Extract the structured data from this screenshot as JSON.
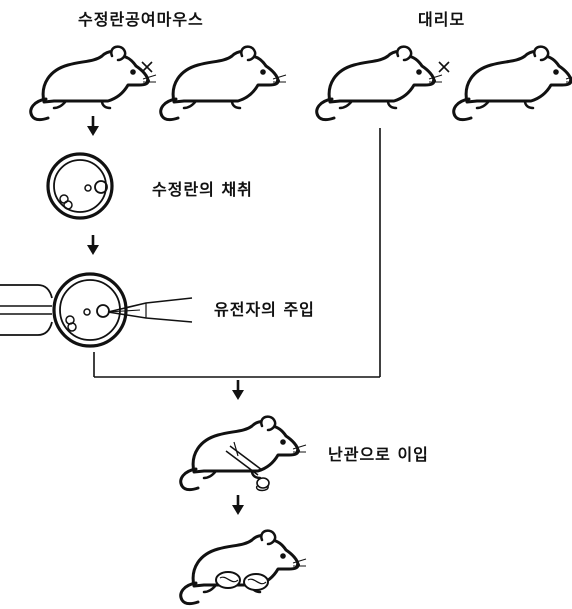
{
  "labels": {
    "donor_mice": "수정란공여마우스",
    "surrogate_mother": "대리모",
    "collect_eggs": "수정란의 채취",
    "gene_injection": "유전자의 주입",
    "oviduct_transfer": "난관으로 이입"
  },
  "symbols": {
    "cross": "×"
  },
  "icons": [
    "mouse-icon",
    "egg-cell-icon",
    "holding-pipette-icon",
    "injection-needle-icon",
    "arrow-down-icon"
  ],
  "colors": {
    "ink": "#111111",
    "background": "#ffffff"
  }
}
